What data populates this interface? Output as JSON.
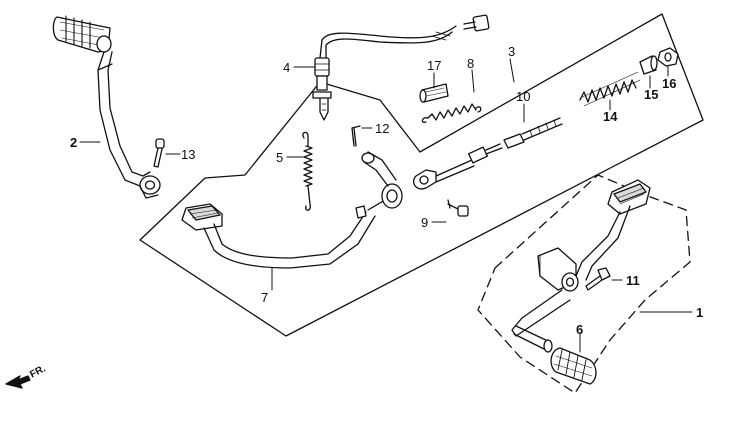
{
  "colors": {
    "line": "#111111",
    "fill": "#ffffff",
    "shade": "#d9d9d9"
  },
  "callouts": {
    "p1": "1",
    "p2": "2",
    "p3": "3",
    "p4": "4",
    "p5": "5",
    "p6": "6",
    "p7": "7",
    "p8": "8",
    "p9": "9",
    "p10": "10",
    "p11": "11",
    "p12": "12",
    "p13": "13",
    "p14": "14",
    "p15": "15",
    "p16": "16",
    "p17": "17"
  },
  "direction_marker": {
    "label": "FR.",
    "icon": "front-arrow-icon"
  }
}
